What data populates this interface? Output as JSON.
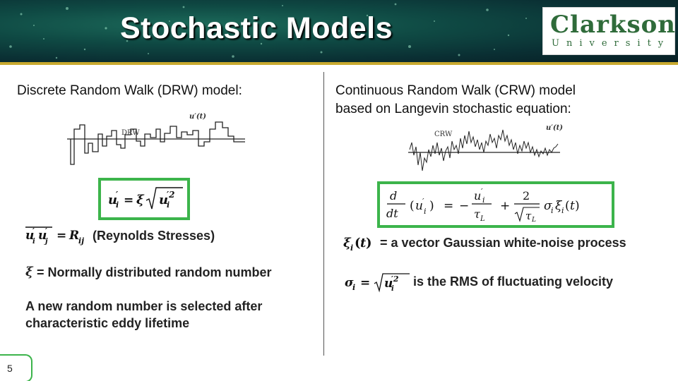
{
  "header": {
    "title": "Stochastic Models",
    "logo_main": "Clarkson",
    "logo_sub": "University"
  },
  "left": {
    "heading": "Discrete Random Walk (DRW) model:",
    "graph_label": "DRW",
    "graph_axis_label": "u′(t)",
    "formula": "u′ᵢ = ξ √(u′ᵢ²)",
    "reynolds_lhs": "u′ᵢu′ⱼ = Rᵢⱼ",
    "reynolds_text": "(Reynolds Stresses)",
    "xi_symbol": "ξ",
    "xi_text": "= Normally distributed random number",
    "note_line1": "A new random number is selected after",
    "note_line2": "characteristic eddy lifetime"
  },
  "right": {
    "heading_line1": "Continuous Random Walk (CRW) model",
    "heading_line2": "based on Langevin stochastic equation:",
    "graph_label": "CRW",
    "graph_axis_label": "u′(t)",
    "formula": "d/dt (u′ᵢ) = − u′ᵢ/τ_L + 2/√τ_L σᵢξᵢ(t)",
    "xi_symbol": "ξᵢ(t)",
    "xi_text": "= a vector Gaussian white-noise process",
    "sigma_lhs": "σᵢ = √(u′ᵢ²)",
    "sigma_text": "is the RMS of fluctuating velocity"
  },
  "footer": {
    "page_number": "5"
  },
  "colors": {
    "accent_green": "#3cb44b",
    "banner_teal": "#0f4a44",
    "gold": "#c8a92f",
    "logo_green": "#2f6b3a"
  }
}
